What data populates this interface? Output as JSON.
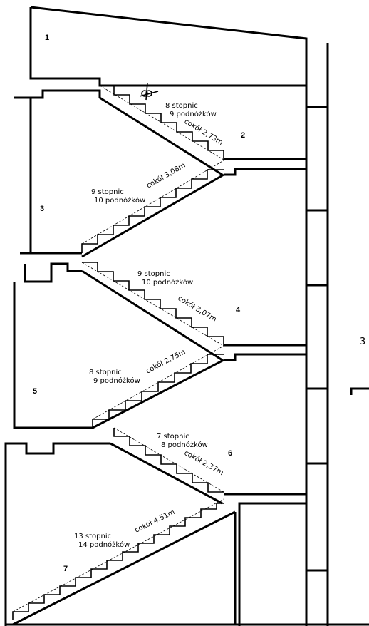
{
  "levels": [
    "1",
    "2",
    "3",
    "4",
    "5",
    "6",
    "7"
  ],
  "side_label": "3",
  "flights": [
    {
      "steps": "8 stopnic",
      "risers": "9 podnóżków",
      "plinth": "cokół 2,73m"
    },
    {
      "steps": "9 stopnic",
      "risers": "10 podnóżków",
      "plinth": "cokół 3,08m"
    },
    {
      "steps": "9 stopnic",
      "risers": "10 podnóżków",
      "plinth": "cokół 3,07m"
    },
    {
      "steps": "8 stopnic",
      "risers": "9 podnóżków",
      "plinth": "cokół 2,75m"
    },
    {
      "steps": "7 stopnic",
      "risers": "8 podnóżków",
      "plinth": "cokół 2,37m"
    },
    {
      "steps": "13 stopnic",
      "risers": "14 podnóżków",
      "plinth": "cokół 4,51m"
    }
  ]
}
